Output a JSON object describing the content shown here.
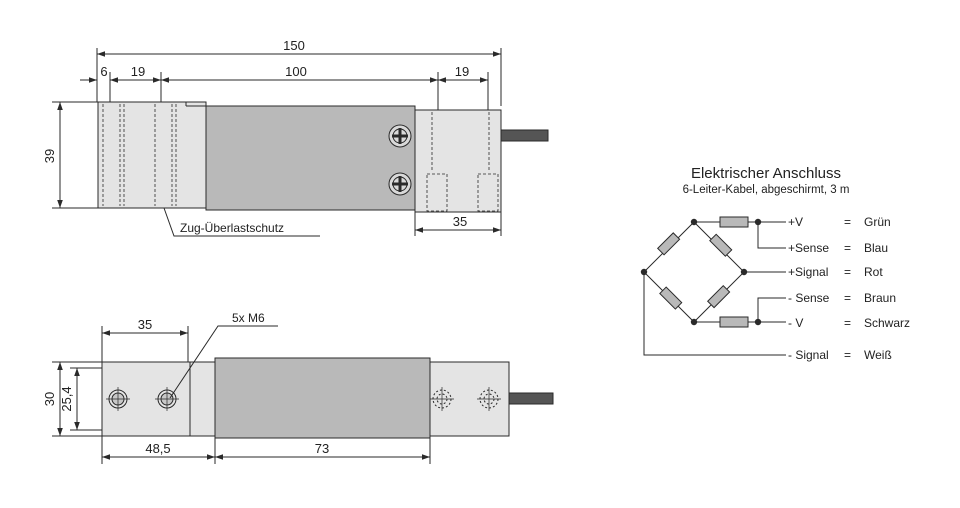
{
  "side_view": {
    "dim_total": "150",
    "dim_a": "6",
    "dim_b": "19",
    "dim_c": "100",
    "dim_d": "19",
    "dim_height": "39",
    "dim_right": "35",
    "overload_label": "Zug-Überlastschutz"
  },
  "top_view": {
    "dim_35": "35",
    "thread_label": "5x M6",
    "dim_30": "30",
    "dim_25_4": "25,4",
    "dim_48_5": "48,5",
    "dim_73": "73"
  },
  "connection": {
    "title": "Elektrischer Anschluss",
    "subtitle": "6-Leiter-Kabel, abgeschirmt, 3 m",
    "wires": [
      {
        "signal": "+V",
        "sep": "=",
        "color": "Grün"
      },
      {
        "signal": "+Sense",
        "sep": "=",
        "color": "Blau"
      },
      {
        "signal": "+Signal",
        "sep": "=",
        "color": "Rot"
      },
      {
        "signal": "- Sense",
        "sep": "=",
        "color": "Braun"
      },
      {
        "signal": "- V",
        "sep": "=",
        "color": "Schwarz"
      },
      {
        "signal": "- Signal",
        "sep": "=",
        "color": "Weiß"
      }
    ]
  },
  "colors": {
    "body_gray": "#b9b9b9",
    "end_light": "#e4e4e4",
    "line": "#2a2a2a"
  }
}
